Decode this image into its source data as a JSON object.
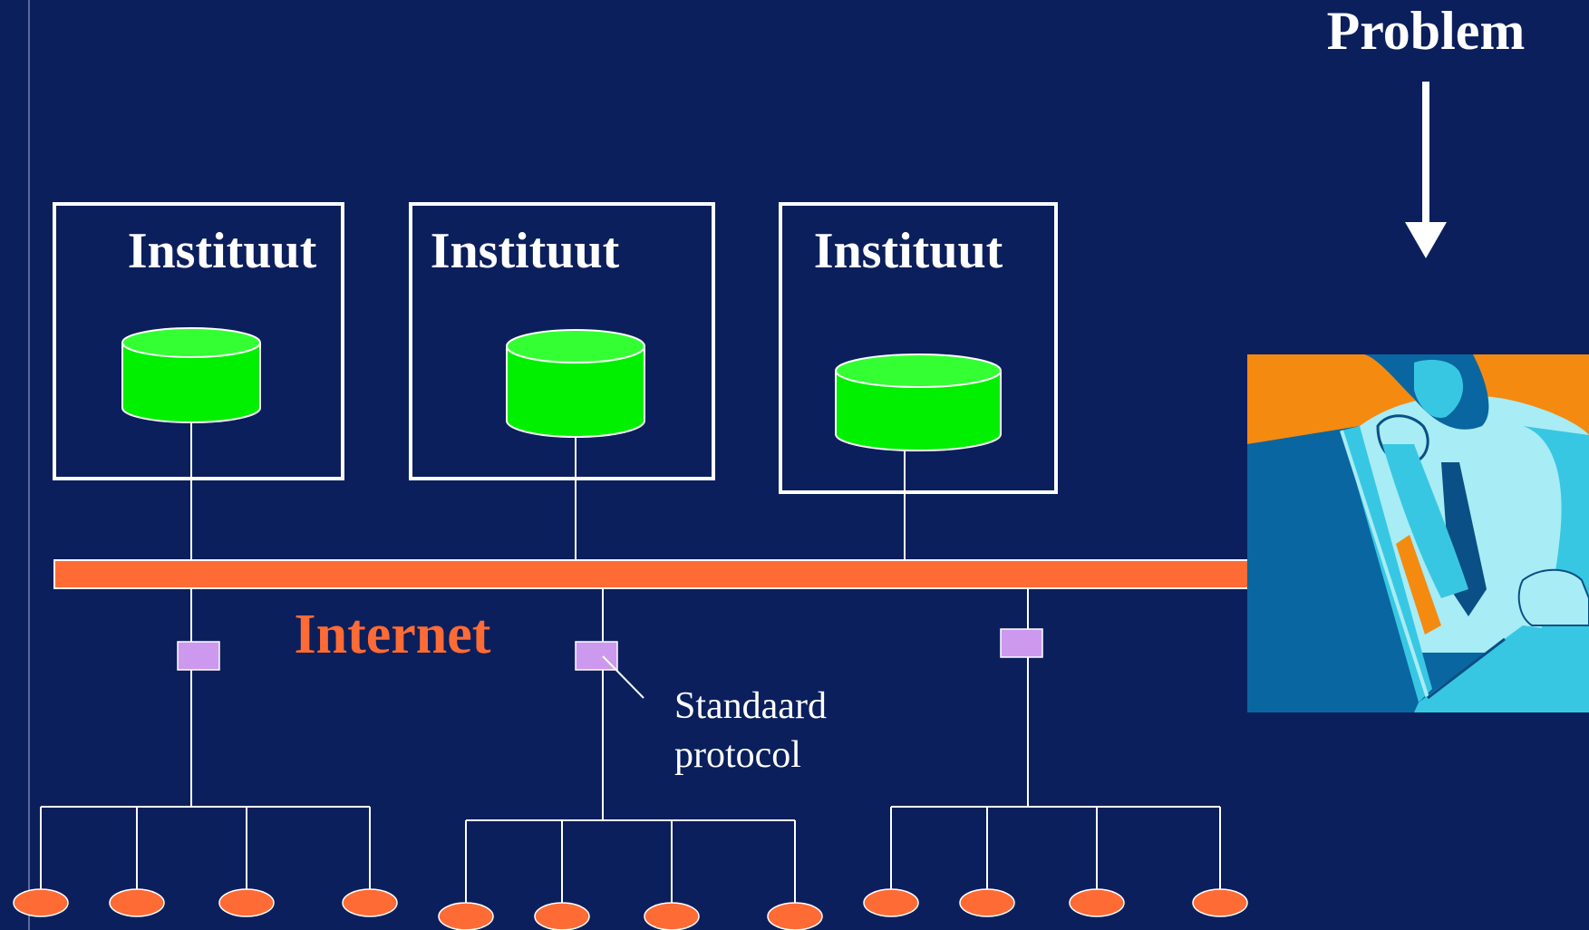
{
  "slide": {
    "background": "#0b1f5c",
    "problem_label": "Problem",
    "internet_label": "Internet",
    "protocol_label_line1": "Standaard",
    "protocol_label_line2": "protocol"
  },
  "institutes": [
    {
      "label": "Instituut"
    },
    {
      "label": "Instituut"
    },
    {
      "label": "Instituut"
    }
  ],
  "colors": {
    "database": "#00f000",
    "database_top": "#33ff33",
    "internet_bar": "#ff6b35",
    "internet_text": "#ff6b35",
    "protocol_node": "#cc99ee",
    "client_node": "#ff6b35",
    "lines": "#ffffff"
  },
  "icons": {
    "database": "database-icon",
    "client": "client-node-icon",
    "protocol": "protocol-node-icon",
    "person": "thinking-person-icon"
  }
}
